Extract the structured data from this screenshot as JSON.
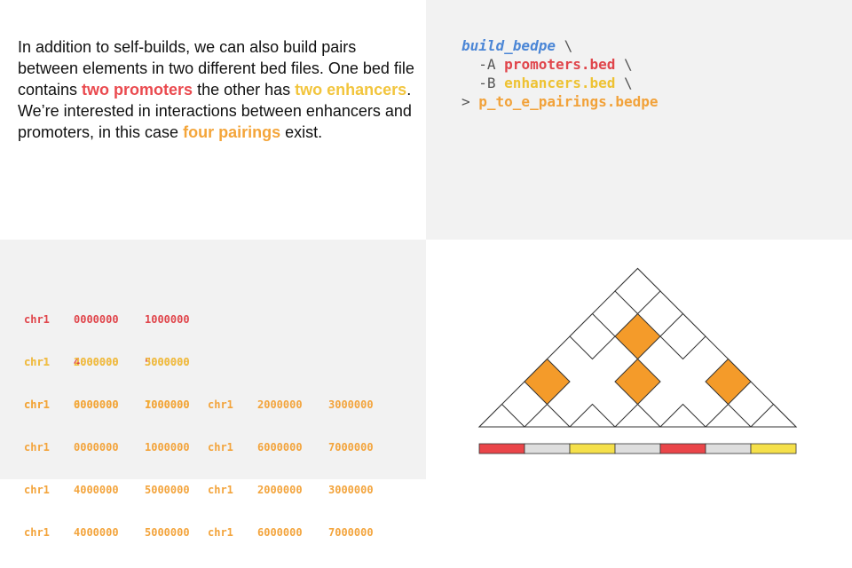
{
  "description": {
    "part1": "In addition to self-builds, we can also build pairs between elements in two different bed files. One bed file contains ",
    "promoters": "two promoters",
    "part2": " the other has ",
    "enhancers": "two enhancers",
    "part3": ". We’re interested in interactions between enhancers and promoters, in this case ",
    "pairings": "four pairings",
    "part4": " exist."
  },
  "command": {
    "function": "build_bedpe",
    "line_cont": " \\",
    "flag_a": "  -A ",
    "file_a": "promoters.bed",
    "flag_b": "  -B ",
    "file_b": "enhancers.bed",
    "redirect": "> ",
    "output": "p_to_e_pairings.bedpe"
  },
  "promoters_bed": [
    [
      "chr1",
      "0000000",
      "1000000"
    ],
    [
      "chr1",
      "4000000",
      "5000000"
    ]
  ],
  "enhancers_bed": [
    [
      "chr1",
      "2000000",
      "3000000"
    ],
    [
      "chr1",
      "6000000",
      "7000000"
    ]
  ],
  "pairings_bedpe": [
    [
      "chr1",
      "0000000",
      "1000000",
      "chr1",
      "2000000",
      "3000000"
    ],
    [
      "chr1",
      "0000000",
      "1000000",
      "chr1",
      "6000000",
      "7000000"
    ],
    [
      "chr1",
      "4000000",
      "5000000",
      "chr1",
      "2000000",
      "3000000"
    ],
    [
      "chr1",
      "4000000",
      "5000000",
      "chr1",
      "6000000",
      "7000000"
    ]
  ],
  "diagram": {
    "bins": [
      "promoter",
      "empty",
      "enhancer",
      "empty",
      "promoter",
      "empty",
      "enhancer"
    ],
    "pairs": [
      {
        "i": 0,
        "j": 2,
        "highlight": true
      },
      {
        "i": 0,
        "j": 4,
        "highlight": false
      },
      {
        "i": 0,
        "j": 6,
        "highlight": false
      },
      {
        "i": 2,
        "j": 4,
        "highlight": true
      },
      {
        "i": 2,
        "j": 6,
        "highlight": false
      },
      {
        "i": 4,
        "j": 6,
        "highlight": true
      },
      {
        "i": 1,
        "j": 5,
        "highlight": true
      }
    ],
    "colors": {
      "promoter": "#ea4549",
      "enhancer": "#f5e04a",
      "empty": "#dedede",
      "highlight": "#f49b2a"
    }
  }
}
